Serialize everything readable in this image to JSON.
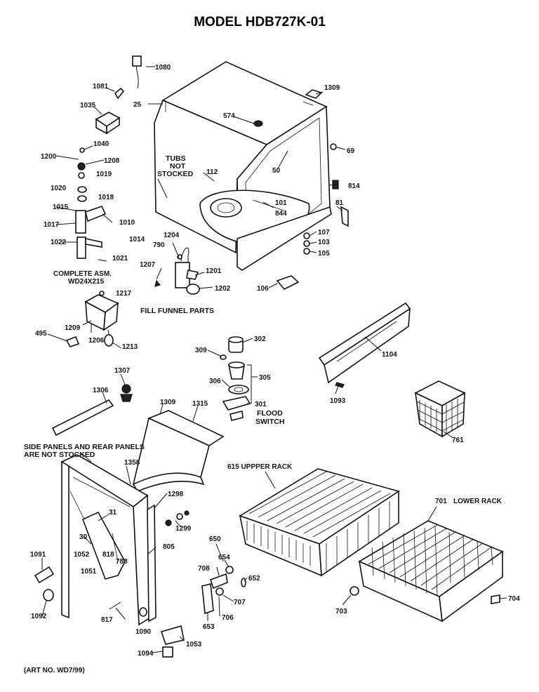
{
  "title": "MODEL HDB727K-01",
  "footer": "(ART NO. WD7/99)",
  "notes": {
    "tubs_1": "TUBS",
    "tubs_2": "NOT",
    "tubs_3": "STOCKED",
    "complete_1": "COMPLETE ASM.",
    "complete_2": "WD24X215",
    "fill_funnel": "FILL FUNNEL PARTS",
    "flood_1": "FLOOD",
    "flood_2": "SWITCH",
    "side_1": "SIDE PANELS AND REAR PANELS",
    "side_2": "ARE NOT STOCKED",
    "upper_rack": "615 UPPPER RACK",
    "lower_rack": "LOWER RACK"
  },
  "labels": {
    "p1080": "1080",
    "p1081": "1081",
    "p25": "25",
    "p1035": "1035",
    "p1309a": "1309",
    "p574": "574",
    "p69": "69",
    "p1040": "1040",
    "p1200": "1200",
    "p1208": "1208",
    "p1019": "1019",
    "p1020": "1020",
    "p1018": "1018",
    "p1015": "1015",
    "p1010": "1010",
    "p1017": "1017",
    "p1022": "1022",
    "p1014": "1014",
    "p1021": "1021",
    "p112": "112",
    "p50": "50",
    "p814": "814",
    "p101": "101",
    "p844": "844",
    "p81": "81",
    "p1204": "1204",
    "p790": "790",
    "p1207": "1207",
    "p1201": "1201",
    "p1202": "1202",
    "p107": "107",
    "p103": "103",
    "p105": "105",
    "p106": "106",
    "p1217": "1217",
    "p495": "495",
    "p1209": "1209",
    "p1206": "1206",
    "p1213": "1213",
    "p302": "302",
    "p309": "309",
    "p305": "305",
    "p306": "306",
    "p301": "301",
    "p1104": "1104",
    "p1093": "1093",
    "p1307": "1307",
    "p1306": "1306",
    "p1309b": "1309",
    "p1315": "1315",
    "p761": "761",
    "p1358": "1358",
    "p1298": "1298",
    "p31": "31",
    "p30": "30",
    "p1299": "1299",
    "p1091": "1091",
    "p1052": "1052",
    "p818": "818",
    "p788": "788",
    "p805": "805",
    "p650": "650",
    "p654": "654",
    "p708": "708",
    "p652": "652",
    "p1051": "1051",
    "p707": "707",
    "p706": "706",
    "p1092": "1092",
    "p817": "817",
    "p1090": "1090",
    "p653": "653",
    "p1053": "1053",
    "p1094": "1094",
    "p701": "701",
    "p703": "703",
    "p704": "704"
  }
}
